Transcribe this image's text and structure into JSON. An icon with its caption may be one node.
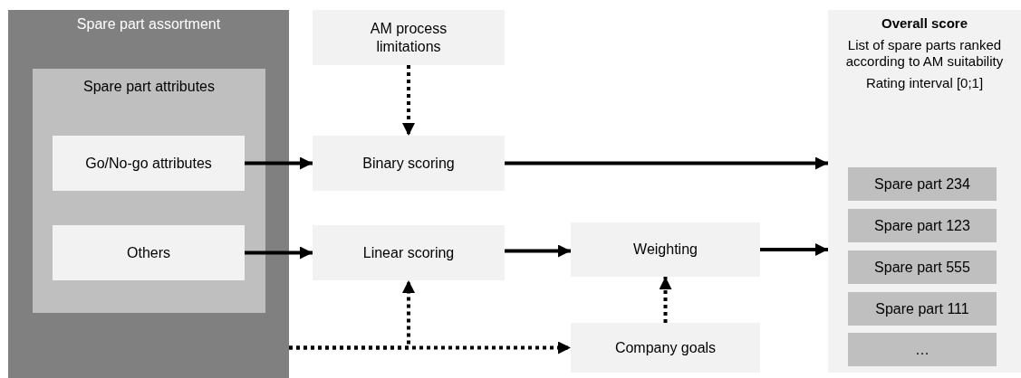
{
  "diagram": {
    "nodes": [
      {
        "text": [
          "Spare part assortment"
        ]
      },
      {
        "text": [
          "Spare part attributes"
        ],
        "in": 0
      },
      {
        "text": [
          "Go/No-go attributes"
        ],
        "in": 1
      },
      {
        "text": [
          "Others"
        ],
        "in": 1
      },
      {
        "text": [
          "AM process limitations"
        ]
      },
      {
        "text": [
          "Binary scoring"
        ]
      },
      {
        "text": [
          "Linear scoring"
        ]
      },
      {
        "text": [
          "Weighting"
        ]
      },
      {
        "text": [
          "Company goals"
        ]
      },
      {
        "text": [
          "Overall score",
          "List of spare parts ranked according to AM suitability",
          "Rating interval [0;1]"
        ]
      },
      {
        "text": [
          "Spare part 234"
        ],
        "in": 9
      },
      {
        "text": [
          "Spare part 123"
        ],
        "in": 9
      },
      {
        "text": [
          "Spare part 555"
        ],
        "in": 9
      },
      {
        "text": [
          "Spare part 111"
        ],
        "in": 9
      },
      {
        "text": [
          "…"
        ],
        "in": 9
      }
    ],
    "edges": [
      {
        "from": 2,
        "to": 5,
        "arrow": "to"
      },
      {
        "from": 3,
        "to": 6,
        "arrow": "to"
      },
      {
        "from": 4,
        "to": 5,
        "arrow": "to",
        "style": "dashed"
      },
      {
        "from": 5,
        "to": 9,
        "arrow": "to"
      },
      {
        "from": 6,
        "to": 7,
        "arrow": "to"
      },
      {
        "from": 7,
        "to": 9,
        "arrow": "to"
      },
      {
        "from": 8,
        "to": 7,
        "arrow": "to",
        "style": "dashed"
      },
      {
        "from": 0,
        "to": 8,
        "arrow": "to",
        "style": "dashed"
      },
      {
        "from": 0,
        "to": 6,
        "arrow": "to",
        "style": "dashed"
      }
    ]
  }
}
